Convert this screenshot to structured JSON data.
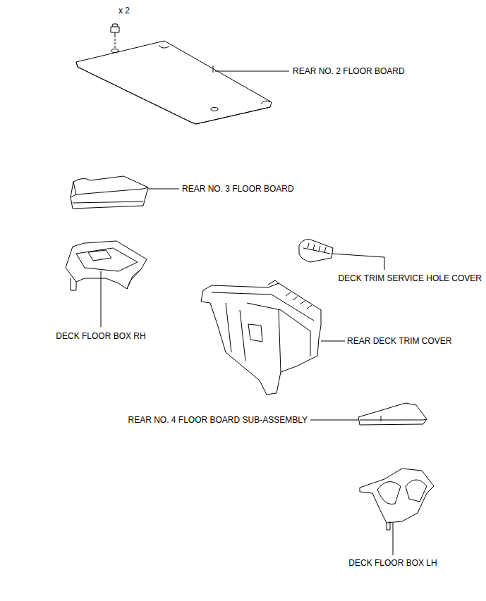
{
  "diagram": {
    "labels": [
      "x 2",
      "REAR NO. 2 FLOOR BOARD",
      "REAR NO. 3 FLOOR BOARD",
      "DECK TRIM SERVICE HOLE COVER",
      "DECK FLOOR BOX RH",
      "REAR DECK TRIM COVER",
      "REAR NO. 4 FLOOR BOARD SUB-ASSEMBLY",
      "DECK FLOOR BOX LH"
    ]
  }
}
